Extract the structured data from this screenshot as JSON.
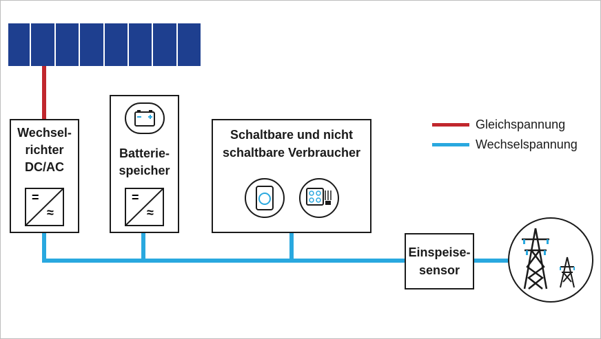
{
  "colors": {
    "dc": "#c1272d",
    "ac": "#29a8df",
    "solar_panel": "#1e3f8f",
    "ink": "#1a1a1a"
  },
  "inverter": {
    "line1": "Wechsel-",
    "line2": "richter",
    "line3": "DC/AC",
    "symbol_top": "=",
    "symbol_bottom": "≈"
  },
  "battery": {
    "line1": "Batterie-",
    "line2": "speicher",
    "symbol_top": "=",
    "symbol_bottom": "≈",
    "icon": "car-battery-icon",
    "plus": "+",
    "minus": "−"
  },
  "consumers": {
    "line1": "Schaltbare und nicht",
    "line2": "schaltbare Verbraucher",
    "icons": [
      "washing-machine-icon",
      "cooktop-and-bulb-icon"
    ]
  },
  "feed_sensor": {
    "line1": "Einspeise-",
    "line2": "sensor"
  },
  "grid": {
    "icon": "power-pylon-icon"
  },
  "legend": [
    {
      "label": "Gleichspannung",
      "color": "#c1272d"
    },
    {
      "label": "Wechselspannung",
      "color": "#29a8df"
    }
  ]
}
